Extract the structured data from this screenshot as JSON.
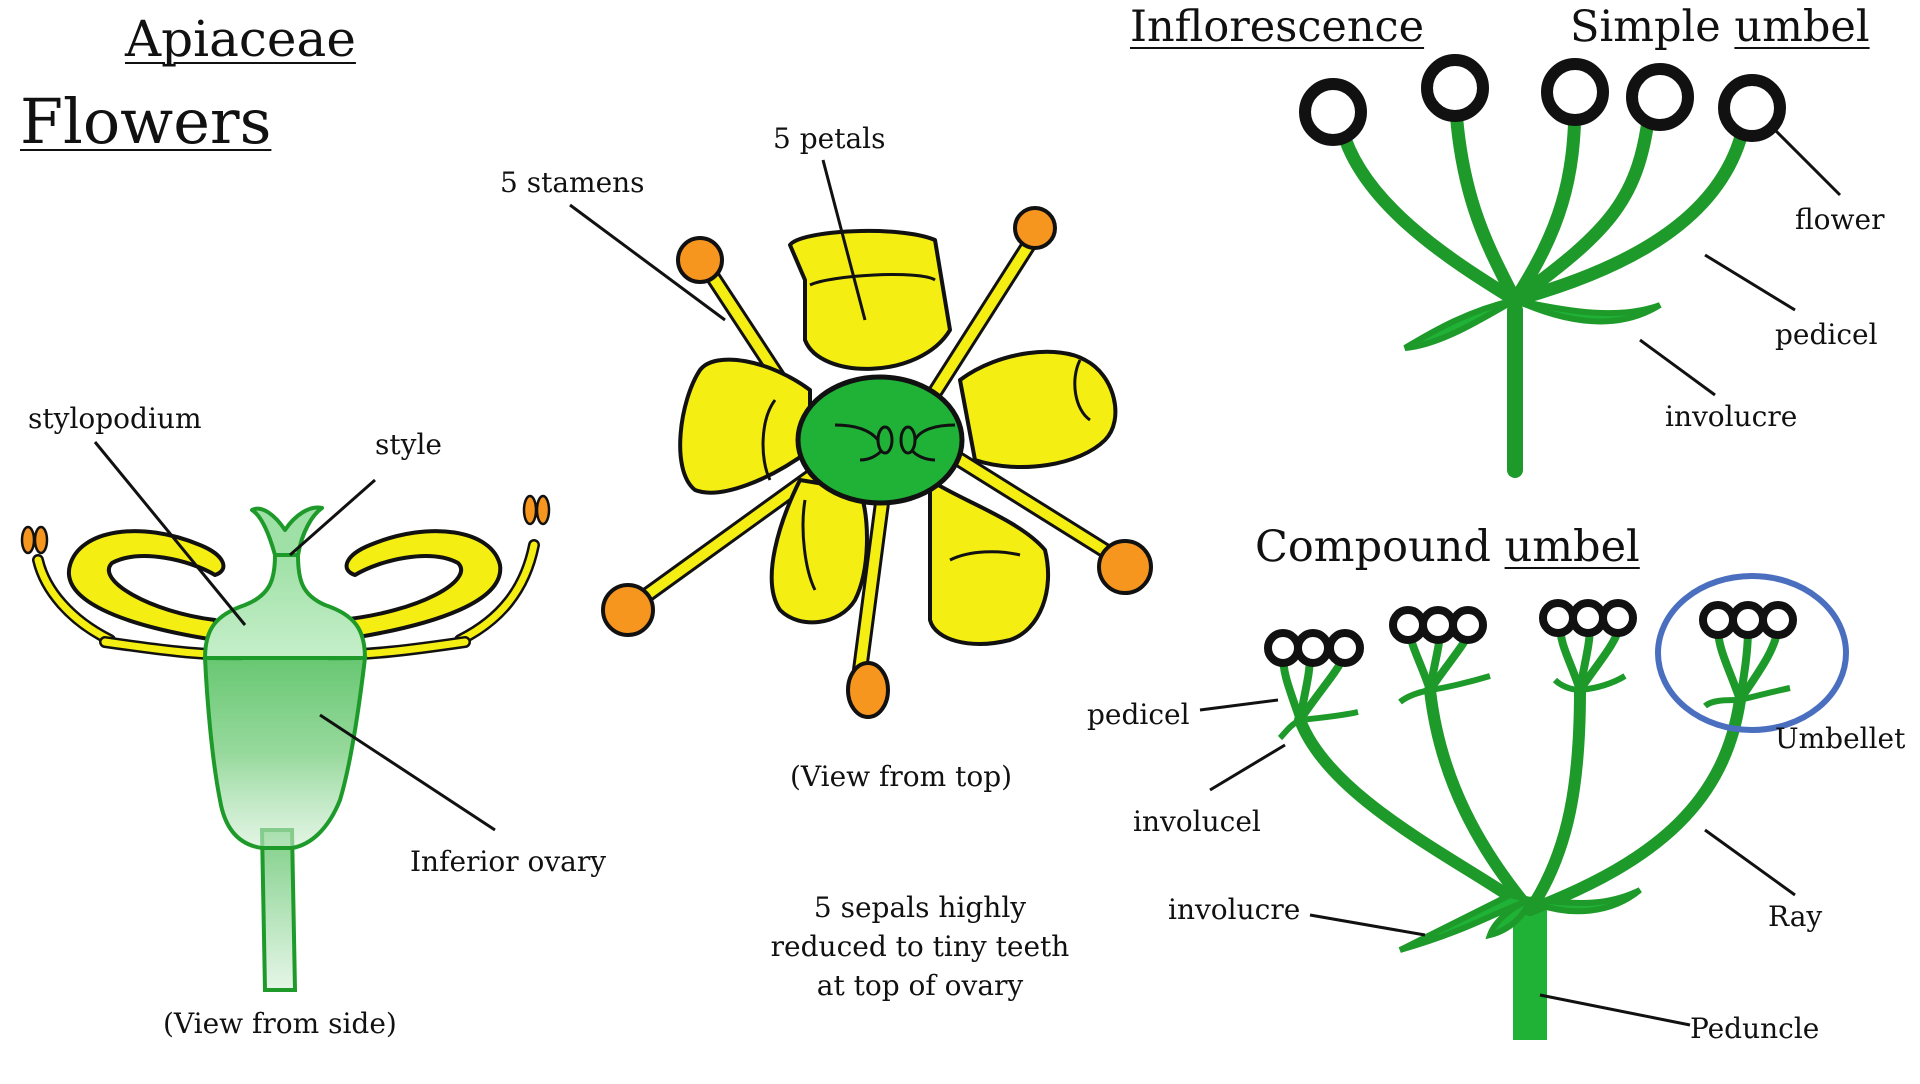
{
  "titles": {
    "family": "Apiaceae",
    "flowers": "Flowers",
    "inflorescence": "Inflorescence",
    "simple_umbel_prefix": "Simple",
    "simple_umbel_word": "umbel",
    "compound_umbel_prefix": "Compound",
    "compound_umbel_word": "umbel"
  },
  "side_view": {
    "stylopodium": "stylopodium",
    "style": "style",
    "inferior_ovary": "Inferior ovary",
    "caption": "(View from side)"
  },
  "top_view": {
    "stamens": "5 stamens",
    "petals": "5 petals",
    "caption": "(View from top)",
    "sepals_line1": "5 sepals highly",
    "sepals_line2": "reduced to tiny teeth",
    "sepals_line3": "at top of ovary"
  },
  "simple_umbel": {
    "flower": "flower",
    "pedicel": "pedicel",
    "involucre": "involucre"
  },
  "compound_umbel": {
    "pedicel": "pedicel",
    "involucel": "involucel",
    "involucre": "involucre",
    "umbellet": "Umbellet",
    "ray": "Ray",
    "peduncle": "Peduncle"
  },
  "colors": {
    "petal_yellow": "#f5ee12",
    "anther_orange": "#f7961e",
    "stem_green": "#1e9a2a",
    "ovary_green": "#1fb237",
    "umbellet_circle": "#4a6fbf",
    "outline": "#111111"
  }
}
